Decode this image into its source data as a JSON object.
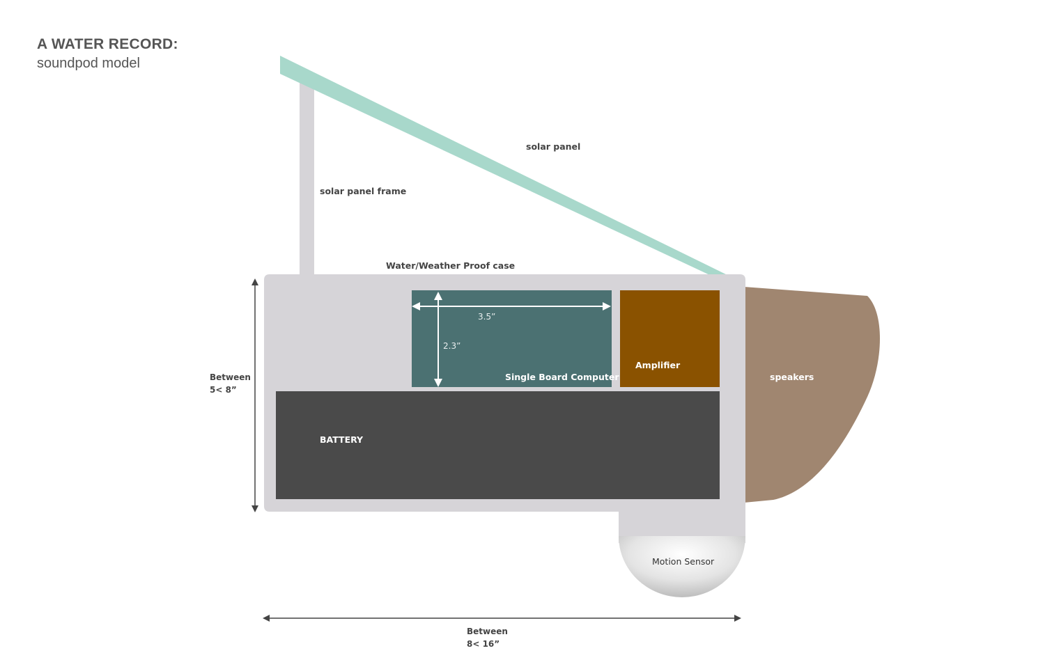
{
  "title": {
    "line1": "A WATER RECORD:",
    "line2": "soundpod model"
  },
  "labels": {
    "solar_panel": "solar panel",
    "solar_panel_frame": "solar panel frame",
    "case": "Water/Weather Proof case",
    "single_board_computer": "Single Board Computer",
    "amplifier": "Amplifier",
    "speakers": "speakers",
    "battery": "BATTERY",
    "motion_sensor": "Motion Sensor"
  },
  "dimensions": {
    "sbc_width": "3.5”",
    "sbc_height": "2.3”",
    "case_height_line1": "Between",
    "case_height_line2": "5< 8”",
    "case_width_line1": "Between",
    "case_width_line2": "8< 16”"
  },
  "colors": {
    "solar_panel": "#a8d8cb",
    "frame": "#d6d4d8",
    "case": "#d6d4d8",
    "sbc": "#4b7172",
    "amplifier": "#8a5200",
    "speakers": "#a08670",
    "battery": "#4a4a4a",
    "arrow": "#444444",
    "label_text": "#444444"
  }
}
